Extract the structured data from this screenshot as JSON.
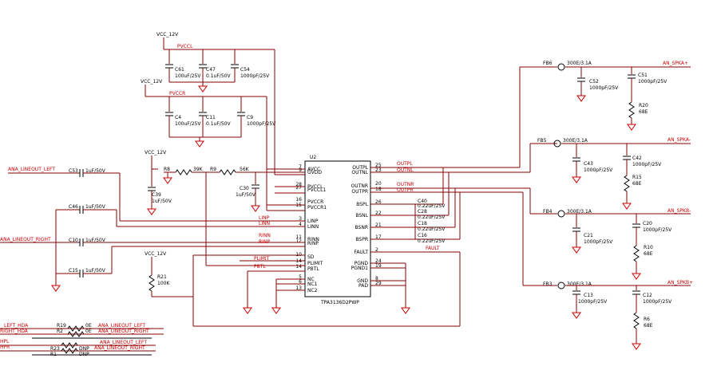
{
  "ic": {
    "ref": "U2",
    "part": "TPA3136D2PWP",
    "left_pins": [
      {
        "num": "7",
        "name": "AVCC"
      },
      {
        "num": "9",
        "name": "GVDD"
      },
      {
        "num": "28",
        "name": "PVCCL"
      },
      {
        "num": "27",
        "name": "PVCCL1"
      },
      {
        "num": "16",
        "name": "PVCCR"
      },
      {
        "num": "15",
        "name": "PVCCR1"
      },
      {
        "num": "3",
        "name": "LINP"
      },
      {
        "num": "4",
        "name": "LINN"
      },
      {
        "num": "11",
        "name": "RINN"
      },
      {
        "num": "12",
        "name": "RINP"
      },
      {
        "num": "10",
        "name": "SD"
      },
      {
        "num": "14",
        "name": "PLIMIT"
      },
      {
        "num": "14",
        "name": "PBTL"
      },
      {
        "num": "5",
        "name": "NC"
      },
      {
        "num": "6",
        "name": "NC1"
      },
      {
        "num": "13",
        "name": "NC2"
      }
    ],
    "right_pins": [
      {
        "num": "25",
        "name": "OUTPL"
      },
      {
        "num": "23",
        "name": "OUTNL"
      },
      {
        "num": "20",
        "name": "OUTNR"
      },
      {
        "num": "18",
        "name": "OUTPR"
      },
      {
        "num": "26",
        "name": "BSPL"
      },
      {
        "num": "22",
        "name": "BSNL"
      },
      {
        "num": "21",
        "name": "BSNR"
      },
      {
        "num": "17",
        "name": "BSPR"
      },
      {
        "num": "2",
        "name": "FAULT"
      },
      {
        "num": "24",
        "name": "PGND"
      },
      {
        "num": "19",
        "name": "PGND1"
      },
      {
        "num": "8",
        "name": "GND"
      },
      {
        "num": "29",
        "name": "PAD"
      }
    ]
  },
  "nets": {
    "vcc12": "VCC_12V",
    "pvccl": "PVCCL",
    "pvccr": "PVCCR",
    "linp": "LINP",
    "linn": "LINN",
    "rinn": "RINN",
    "rinp": "RINP",
    "plimit": "PLIMIT",
    "pbtl": "PBTL",
    "outpl": "OUTPL",
    "outnl": "OUTNL",
    "outnr": "OUTNR",
    "outpr": "OUTPR",
    "fault": "FAULT",
    "ana_left": "ANA_LINEOUT_LEFT",
    "ana_right": "ANA_LINEOUT_RIGHT",
    "left_hda": "LEFT_HDA",
    "right_hda": "RIGHT_HDA",
    "hpl": "HPL",
    "hpr": "HPR",
    "spka_p": "AN_SPKA+",
    "spka_n": "AN_SPKA-",
    "spkb_n": "AN_SPKB-",
    "spkb_p": "AN_SPKB+"
  },
  "components": {
    "c61": {
      "ref": "C61",
      "val": "100uF/25V"
    },
    "c47": {
      "ref": "C47",
      "val": "0.1uF/50V"
    },
    "c54": {
      "ref": "C54",
      "val": "1000pF/25V"
    },
    "c4": {
      "ref": "C4",
      "val": "100uF/25V"
    },
    "c11": {
      "ref": "C11",
      "val": "0.1uF/50V"
    },
    "c9": {
      "ref": "C9",
      "val": "1000pF/25V"
    },
    "c39": {
      "ref": "C39",
      "val": "1uF/50V"
    },
    "c30": {
      "ref": "C30",
      "val": "1uF/50V"
    },
    "r8": {
      "ref": "R8",
      "val": "39K"
    },
    "r9": {
      "ref": "R9",
      "val": "56K"
    },
    "c53": {
      "ref": "C53",
      "val": "1uF/50V"
    },
    "c46": {
      "ref": "C46",
      "val": "1uF/50V"
    },
    "c10": {
      "ref": "C10",
      "val": "1uF/50V"
    },
    "c15": {
      "ref": "C15",
      "val": "1uF/50V"
    },
    "r21": {
      "ref": "R21",
      "val": "100K"
    },
    "r19": {
      "ref": "R19",
      "val": "0E"
    },
    "r2": {
      "ref": "R2",
      "val": "0E"
    },
    "r23": {
      "ref": "R23",
      "val": "DNP"
    },
    "r1": {
      "ref": "R1",
      "val": "DNP"
    },
    "c40": {
      "ref": "C40",
      "val": "0.22uF/25V"
    },
    "c28": {
      "ref": "C28",
      "val": "0.22uF/25V"
    },
    "c18": {
      "ref": "C18",
      "val": "0.22uF/25V"
    },
    "c16": {
      "ref": "C16",
      "val": "0.22uF/25V"
    },
    "fb6": {
      "ref": "FB6",
      "val": "300E/3.1A"
    },
    "fb5": {
      "ref": "FB5",
      "val": "300E/3.1A"
    },
    "fb4": {
      "ref": "FB4",
      "val": "300E/3.1A"
    },
    "fb3": {
      "ref": "FB3",
      "val": "300E/3.1A"
    },
    "c52": {
      "ref": "C52",
      "val": "1000pF/25V"
    },
    "c51": {
      "ref": "C51",
      "val": "1000pF/25V"
    },
    "r20": {
      "ref": "R20",
      "val": "68E"
    },
    "c43": {
      "ref": "C43",
      "val": "1000pF/25V"
    },
    "c42": {
      "ref": "C42",
      "val": "1000pF/25V"
    },
    "r15": {
      "ref": "R15",
      "val": "68E"
    },
    "c21": {
      "ref": "C21",
      "val": "1000pF/25V"
    },
    "c20": {
      "ref": "C20",
      "val": "1000pF/25V"
    },
    "r10": {
      "ref": "R10",
      "val": "68E"
    },
    "c13": {
      "ref": "C13",
      "val": "1000pF/25V"
    },
    "c12": {
      "ref": "C12",
      "val": "1000pF/25V"
    },
    "r6": {
      "ref": "R6",
      "val": "68E"
    }
  }
}
